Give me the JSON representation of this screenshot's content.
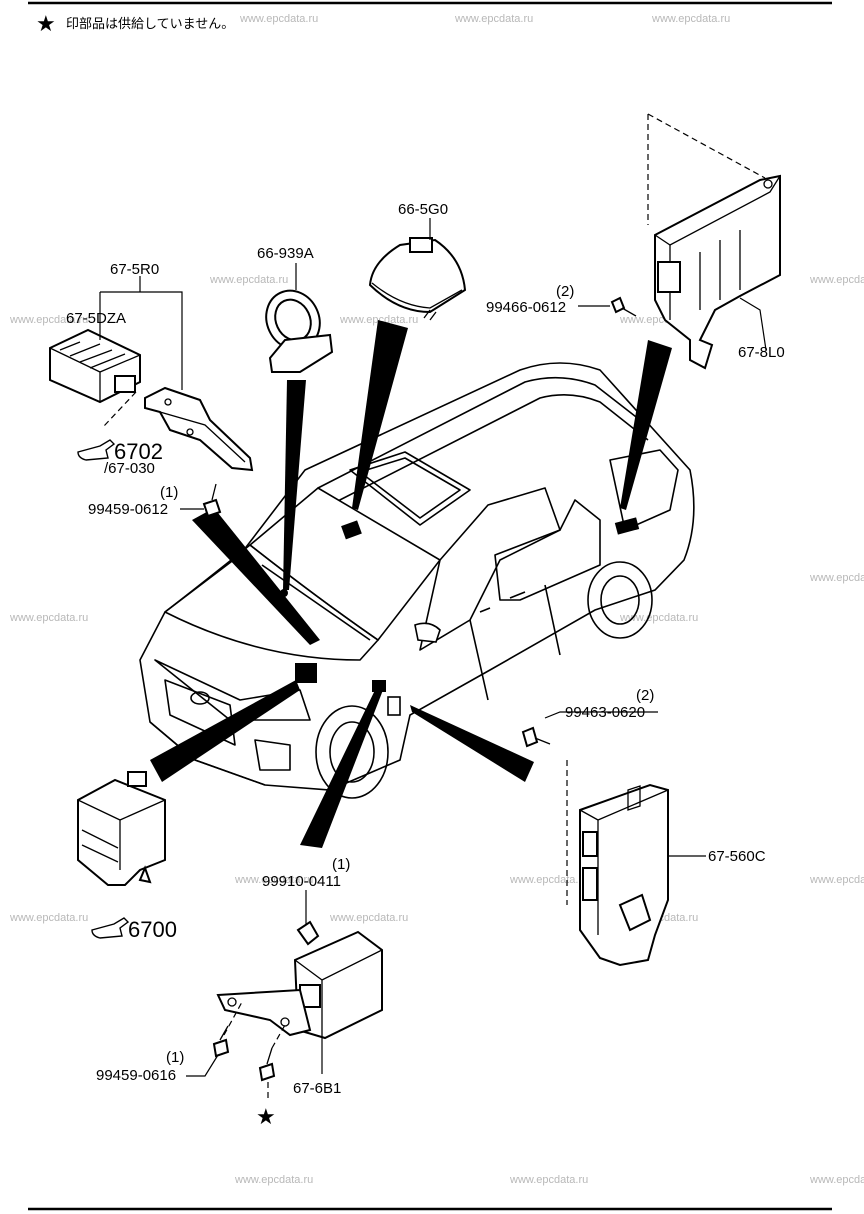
{
  "header": {
    "note_symbol": "★",
    "note_text": "印部品は供給していません。"
  },
  "watermark": "www.epcdata.ru",
  "parts": {
    "p_66_5g0": "66-5G0",
    "p_66_939a": "66-939A",
    "p_67_5r0": "67-5R0",
    "p_67_5dza": "67-5DZA",
    "ref_6702": "6702",
    "ref_67_030": "/67-030",
    "bolt_99459_0612_qty": "(1)",
    "bolt_99459_0612": "99459-0612",
    "bolt_99466_0612_qty": "(2)",
    "bolt_99466_0612": "99466-0612",
    "p_67_8l0": "67-8L0",
    "bolt_99463_0620_qty": "(2)",
    "bolt_99463_0620": "99463-0620",
    "p_67_560c": "67-560C",
    "ref_6700": "6700",
    "bolt_99910_0411_qty": "(1)",
    "bolt_99910_0411": "99910-0411",
    "bolt_99459_0616_qty": "(1)",
    "bolt_99459_0616": "99459-0616",
    "p_67_6b1": "67-6B1",
    "star_symbol": "★"
  },
  "icons": {
    "pointer": "pointing-hand-icon",
    "star": "star-icon"
  }
}
